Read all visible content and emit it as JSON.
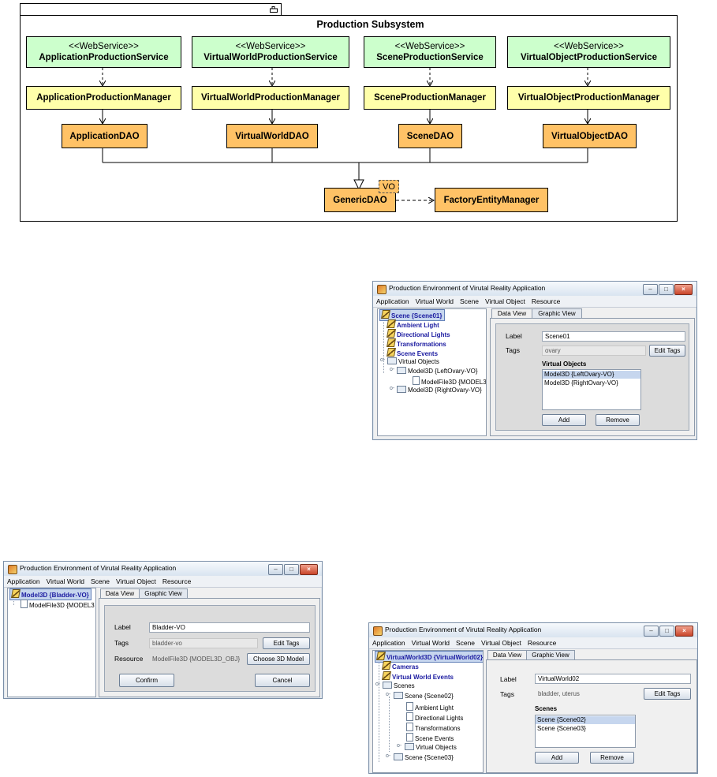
{
  "diagram": {
    "package_title": "Production Subsystem",
    "stereotype": "<<WebService>>",
    "columns": [
      {
        "service": "ApplicationProductionService",
        "manager": "ApplicationProductionManager",
        "dao": "ApplicationDAO"
      },
      {
        "service": "VirtualWorldProductionService",
        "manager": "VirtualWorldProductionManager",
        "dao": "VirtualWorldDAO"
      },
      {
        "service": "SceneProductionService",
        "manager": "SceneProductionManager",
        "dao": "SceneDAO"
      },
      {
        "service": "VirtualObjectProductionService",
        "manager": "VirtualObjectProductionManager",
        "dao": "VirtualObjectDAO"
      }
    ],
    "generic_dao": "GenericDAO",
    "vo_label": "VO",
    "factory": "FactoryEntityManager"
  },
  "app_title": "Production Environment of Virutal Reality Application",
  "menu": [
    "Application",
    "Virtual World",
    "Scene",
    "Virtual Object",
    "Resource"
  ],
  "tabs": {
    "data_view": "Data View",
    "graphic_view": "Graphic View"
  },
  "labels": {
    "label": "Label",
    "tags": "Tags",
    "resource": "Resource"
  },
  "buttons": {
    "edit_tags": "Edit Tags",
    "add": "Add",
    "remove": "Remove",
    "confirm": "Confirm",
    "cancel": "Cancel",
    "choose_model": "Choose 3D Model"
  },
  "scene_window": {
    "tree": {
      "root": "Scene {Scene01}",
      "ambient": "Ambient Light",
      "directional": "Directional Lights",
      "transformations": "Transformations",
      "events": "Scene Events",
      "virtual_objects": "Virtual Objects",
      "model_left": "Model3D {LeftOvary-VO}",
      "model_file": "ModelFile3D {MODEL3I",
      "model_right": "Model3D {RightOvary-VO}"
    },
    "label_value": "Scene01",
    "tags_value": "ovary",
    "list_header": "Virtual Objects",
    "list_items": [
      "Model3D {LeftOvary-VO}",
      "Model3D {RightOvary-VO}"
    ]
  },
  "model_window": {
    "tree": {
      "root": "Model3D {Bladder-VO}",
      "child": "ModelFile3D {MODEL3"
    },
    "label_value": "Bladder-VO",
    "tags_value": "bladder-vo",
    "resource_value": "ModelFile3D {MODEL3D_OBJ}"
  },
  "world_window": {
    "tree": {
      "root": "VirtualWorld3D {VirtualWorld02}",
      "cameras": "Cameras",
      "events": "Virtual World Events",
      "scenes": "Scenes",
      "scene02": "Scene {Scene02}",
      "ambient": "Ambient Light",
      "directional": "Directional Lights",
      "transformations": "Transformations",
      "scene_events": "Scene Events",
      "virtual_objects": "Virtual Objects",
      "scene03": "Scene {Scene03}"
    },
    "label_value": "VirtualWorld02",
    "tags_value": "bladder, uterus",
    "list_header": "Scenes",
    "list_items": [
      "Scene {Scene02}",
      "Scene {Scene03}"
    ]
  }
}
